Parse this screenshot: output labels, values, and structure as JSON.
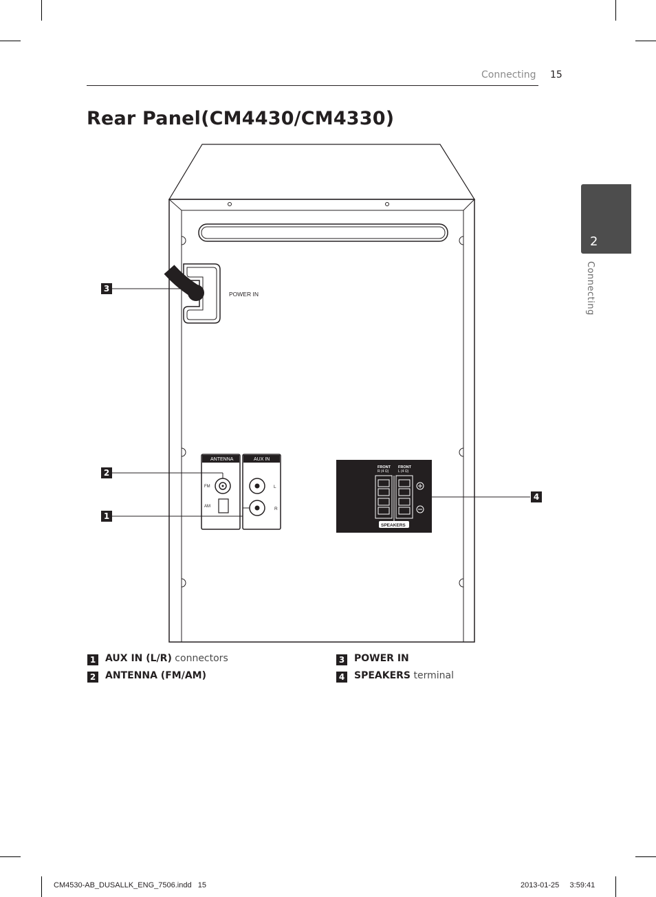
{
  "header": {
    "section": "Connecting",
    "page_number": "15"
  },
  "title": "Rear Panel(CM4430/CM4330)",
  "chapter_tab": {
    "number": "2",
    "label": "Connecting"
  },
  "diagram": {
    "power_in_label": "POWER IN",
    "antenna_label": "ANTENNA",
    "aux_in_label": "AUX IN",
    "fm_label": "FM",
    "am_label": "AM",
    "aux_l": "L",
    "aux_r": "R",
    "front_r": "FRONT",
    "front_r_sub": "R (4 Ω)",
    "front_l": "FRONT",
    "front_l_sub": "L (4 Ω)",
    "speakers_label": "SPEAKERS",
    "callouts": [
      "3",
      "2",
      "1",
      "4"
    ]
  },
  "legend": [
    {
      "num": "1",
      "bold": "AUX IN (L/R)",
      "text": " connectors"
    },
    {
      "num": "2",
      "bold": "ANTENNA (FM/AM)",
      "text": ""
    },
    {
      "num": "3",
      "bold": "POWER IN",
      "text": ""
    },
    {
      "num": "4",
      "bold": "SPEAKERS",
      "text": " terminal"
    }
  ],
  "footer": {
    "file": "CM4530-AB_DUSALLK_ENG_7506.indd   15",
    "timestamp": "2013-01-25     3:59:41"
  }
}
